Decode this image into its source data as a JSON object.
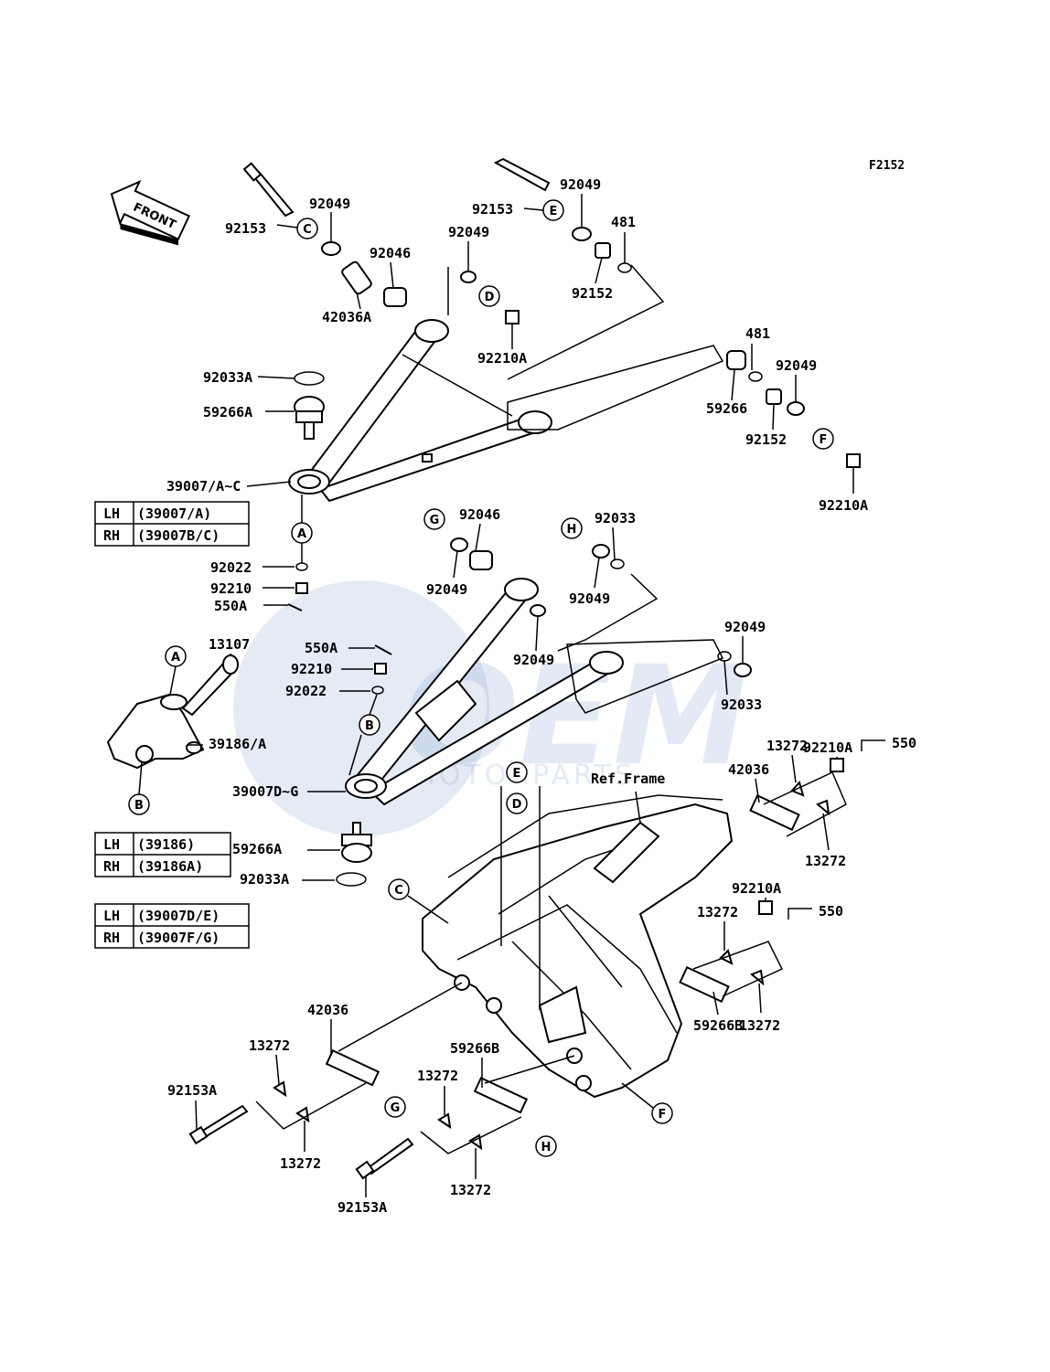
{
  "figure_code": "F2152",
  "front_label": "FRONT",
  "ref_frame_label": "Ref.Frame",
  "watermark": {
    "main": "OEM",
    "sub": "MOTORPARTS"
  },
  "part_labels": {
    "p92153_top_left": "92153",
    "p92049_c": "92049",
    "p92046_top": "92046",
    "p42036A": "42036A",
    "p92153_top_mid": "92153",
    "p92049_e": "92049",
    "p481_top": "481",
    "p92049_d": "92049",
    "p92152_top": "92152",
    "p92210A_d": "92210A",
    "p92033A_top": "92033A",
    "p59266A_top": "59266A",
    "p481_right": "481",
    "p92049_f": "92049",
    "p59266_right": "59266",
    "p92152_right": "92152",
    "p92210A_f": "92210A",
    "p39007_AC": "39007/A~C",
    "p92046_mid": "92046",
    "p92033_h": "92033",
    "p92022_top": "92022",
    "p92049_g": "92049",
    "p92049_h": "92049",
    "p92210_top": "92210",
    "p550A_top": "550A",
    "p13107": "13107",
    "p550A_mid": "550A",
    "p92210_mid": "92210",
    "p92049_mid": "92049",
    "p92049_right_low": "92049",
    "p92022_mid": "92022",
    "p39186A": "39186/A",
    "p92033_low": "92033",
    "p39007_DG": "39007D~G",
    "p92210A_r1": "92210A",
    "p550_r1": "550",
    "p13272_r1a": "13272",
    "p42036_r1": "42036",
    "p13272_r1b": "13272",
    "p59266A_low": "59266A",
    "p92033A_low": "92033A",
    "p92210A_r2": "92210A",
    "p550_r2": "550",
    "p13272_r2a": "13272",
    "p13272_r2b": "13272",
    "p59266B_r": "59266B",
    "p42036_bl": "42036",
    "p13272_bl_a": "13272",
    "p92153A_bl": "92153A",
    "p13272_bl_b": "13272",
    "p59266B_bm": "59266B",
    "p13272_bm_a": "13272",
    "p13272_bm_b": "13272",
    "p92153A_bm": "92153A"
  },
  "callouts": [
    "A",
    "B",
    "C",
    "D",
    "E",
    "F",
    "G",
    "H"
  ],
  "tables": [
    {
      "rows": [
        {
          "side": "LH",
          "part": "(39007/A)"
        },
        {
          "side": "RH",
          "part": "(39007B/C)"
        }
      ]
    },
    {
      "rows": [
        {
          "side": "LH",
          "part": "(39186)"
        },
        {
          "side": "RH",
          "part": "(39186A)"
        }
      ]
    },
    {
      "rows": [
        {
          "side": "LH",
          "part": "(39007D/E)"
        },
        {
          "side": "RH",
          "part": "(39007F/G)"
        }
      ]
    }
  ]
}
